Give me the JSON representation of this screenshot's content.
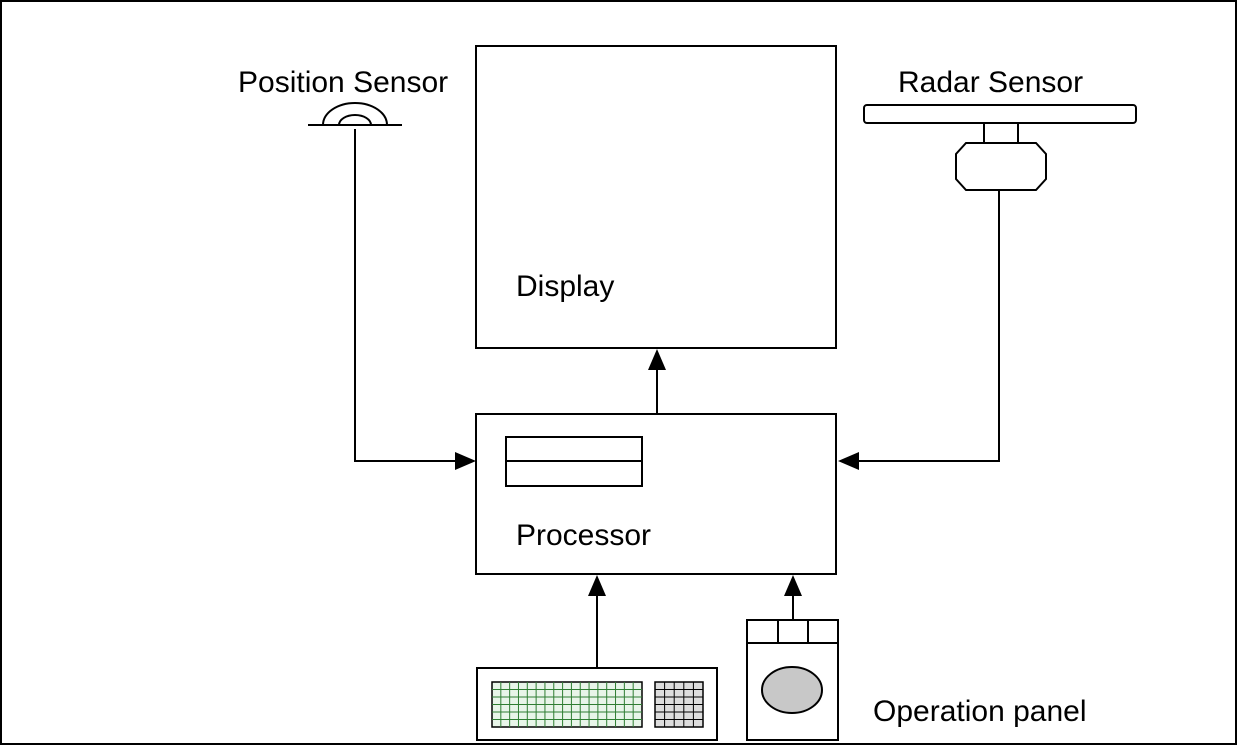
{
  "labels": {
    "position_sensor": "Position Sensor",
    "radar_sensor": "Radar Sensor",
    "display": "Display",
    "processor": "Processor",
    "operation_panel": "Operation panel"
  },
  "colors": {
    "line": "#000000",
    "background": "#ffffff",
    "keyboard_main_grid": "#2e7d32",
    "keyboard_main_fill": "#e8f5e9",
    "keyboard_numpad_grid": "#000000",
    "keyboard_numpad_fill": "#dddddd",
    "trackball": "#c8c8c8"
  }
}
